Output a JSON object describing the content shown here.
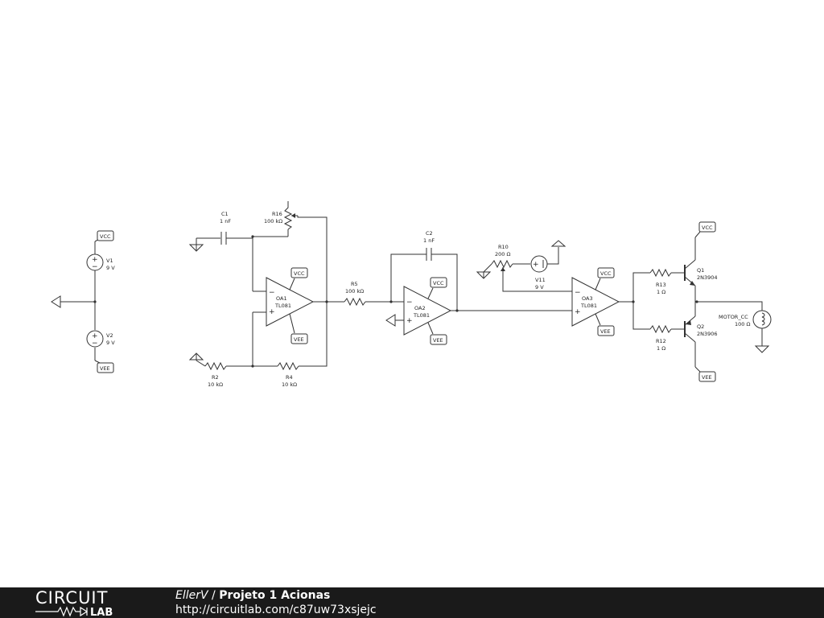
{
  "schematic": {
    "power_labels": {
      "vcc": "VCC",
      "vee": "VEE"
    },
    "V1": {
      "name": "V1",
      "value": "9 V"
    },
    "V2": {
      "name": "V2",
      "value": "9 V"
    },
    "C1": {
      "name": "C1",
      "value": "1 nF"
    },
    "R16": {
      "name": "R16",
      "value": "100 kΩ"
    },
    "OA1": {
      "name": "OA1",
      "model": "TL081"
    },
    "R2": {
      "name": "R2",
      "value": "10 kΩ"
    },
    "R4": {
      "name": "R4",
      "value": "10 kΩ"
    },
    "R5": {
      "name": "R5",
      "value": "100 kΩ"
    },
    "C2": {
      "name": "C2",
      "value": "1 nF"
    },
    "OA2": {
      "name": "OA2",
      "model": "TL081"
    },
    "R10": {
      "name": "R10",
      "value": "200 Ω"
    },
    "V11": {
      "name": "V11",
      "value": "9 V"
    },
    "OA3": {
      "name": "OA3",
      "model": "TL081"
    },
    "R13": {
      "name": "R13",
      "value": "1 Ω"
    },
    "R12": {
      "name": "R12",
      "value": "1 Ω"
    },
    "Q1": {
      "name": "Q1",
      "model": "2N3904"
    },
    "Q2": {
      "name": "Q2",
      "model": "2N3906"
    },
    "MOTOR": {
      "name": "MOTOR_CC",
      "value": "100 Ω"
    },
    "opamp_signs": {
      "minus": "−",
      "plus": "+"
    }
  },
  "footer": {
    "logo_top": "CIRCUIT",
    "logo_bottom": "LAB",
    "author": "EllerV",
    "separator": " / ",
    "project": "Projeto 1 Acionas",
    "url": "http://circuitlab.com/c87uw73xsjejc"
  }
}
